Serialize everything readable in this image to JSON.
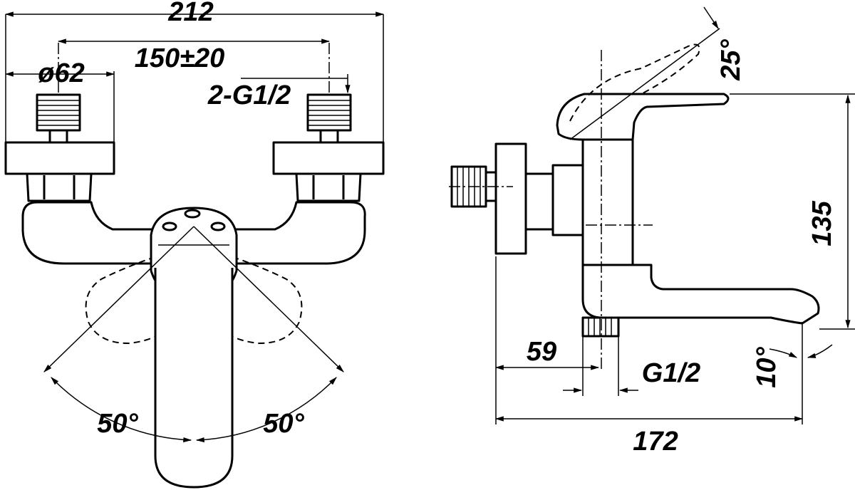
{
  "front_view": {
    "dim_overall_width": "212",
    "dim_center_distance": "150±20",
    "dim_diameter": "ø62",
    "dim_thread": "2-G1/2",
    "angle_left": "50°",
    "angle_right": "50°"
  },
  "side_view": {
    "angle_handle": "25°",
    "dim_height": "135",
    "dim_wall_to_outlet": "59",
    "dim_outlet_thread": "G1/2",
    "angle_spout": "10°",
    "dim_projection": "172"
  }
}
